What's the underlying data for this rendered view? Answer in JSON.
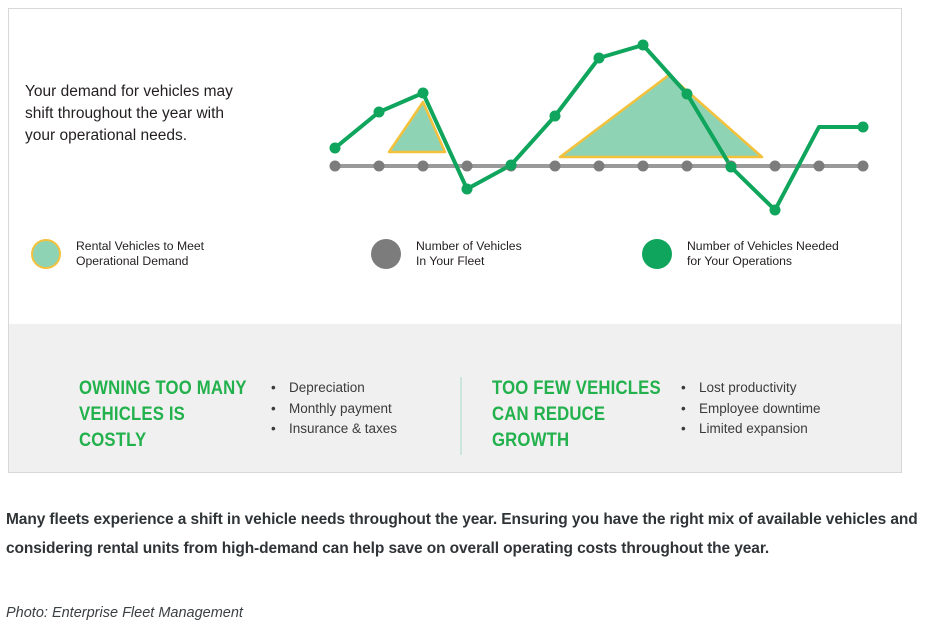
{
  "infographic": {
    "headline": "Your demand for vehicles may shift throughout the year with your operational needs.",
    "legend": [
      {
        "swatch": "mint-circle-swatch",
        "label": "Rental Vehicles to Meet\nOperational Demand",
        "color": "#8fd3b5",
        "border": "#f3c13c"
      },
      {
        "swatch": "gray-circle-swatch",
        "label": "Number of Vehicles\nIn Your Fleet",
        "color": "#7c7c7c"
      },
      {
        "swatch": "green-circle-swatch",
        "label": "Number of Vehicles Needed\nfor Your Operations",
        "color": "#0fa55c"
      }
    ],
    "columns": [
      {
        "title": "OWNING TOO MANY\nVEHICLES IS COSTLY",
        "bullets": [
          "Depreciation",
          "Monthly payment",
          "Insurance & taxes"
        ],
        "bullet_glyph": "•"
      },
      {
        "title": "TOO FEW VEHICLES\nCAN REDUCE GROWTH",
        "bullets": [
          "Lost productivity",
          "Employee downtime",
          "Limited expansion"
        ],
        "bullet_glyph": "•"
      }
    ]
  },
  "caption": "Many fleets experience a shift in vehicle needs throughout the year. Ensuring you have the right mix of available vehicles and considering rental units from high-demand can help save on overall operating costs throughout the year.",
  "credit": "Photo: Enterprise Fleet Management",
  "chart_data": {
    "type": "line",
    "title": "",
    "xlabel": "",
    "ylabel": "",
    "grid": false,
    "legend_position": "below",
    "baseline_label": "Number of Vehicles In Your Fleet",
    "x": [
      1,
      2,
      3,
      4,
      5,
      6,
      7,
      8,
      9,
      10,
      11,
      12,
      13
    ],
    "xlim": [
      1,
      13
    ],
    "ylim": [
      -2.2,
      4.2
    ],
    "series": [
      {
        "name": "Number of Vehicles Needed for Your Operations",
        "color": "#0fa55c",
        "values": [
          0.5,
          1.75,
          2.3,
          -0.65,
          0.05,
          1.9,
          3.1,
          3.55,
          1.75,
          -0.05,
          -1.55,
          1.35,
          1.35
        ]
      },
      {
        "name": "Number of Vehicles In Your Fleet",
        "color": "#9a9a9a",
        "values": [
          0,
          0,
          0,
          0,
          0,
          0,
          0,
          0,
          0,
          0,
          0,
          0,
          0
        ]
      }
    ],
    "shaded_regions": [
      {
        "name": "Rental Vehicles to Meet Operational Demand",
        "fill": "#8fd3b5",
        "stroke": "#f3c13c",
        "shape": "triangle",
        "x_start": 1.25,
        "x_peak": 2.75,
        "x_end": 3.3,
        "y_base": 0.35,
        "y_peak": 1.85
      },
      {
        "name": "Rental Vehicles to Meet Operational Demand",
        "fill": "#8fd3b5",
        "stroke": "#f3c13c",
        "shape": "triangle",
        "x_start": 5.55,
        "x_peak": 8.0,
        "x_end": 9.9,
        "y_base": 0.2,
        "y_peak": 3.1
      }
    ],
    "marker_counts": {
      "green_points": 13,
      "gray_points": 13
    }
  }
}
